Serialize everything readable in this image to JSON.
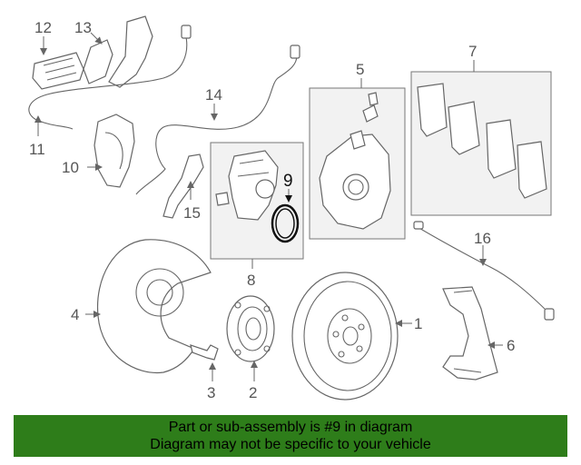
{
  "diagram": {
    "callouts": [
      "1",
      "2",
      "3",
      "4",
      "5",
      "6",
      "7",
      "8",
      "9",
      "10",
      "11",
      "12",
      "13",
      "14",
      "15",
      "16"
    ],
    "highlighted": "9"
  },
  "footer": {
    "line1": "Part or sub-assembly is #9 in diagram",
    "line2": "Diagram may not be specific to your vehicle",
    "background": "#2e7d1a"
  }
}
